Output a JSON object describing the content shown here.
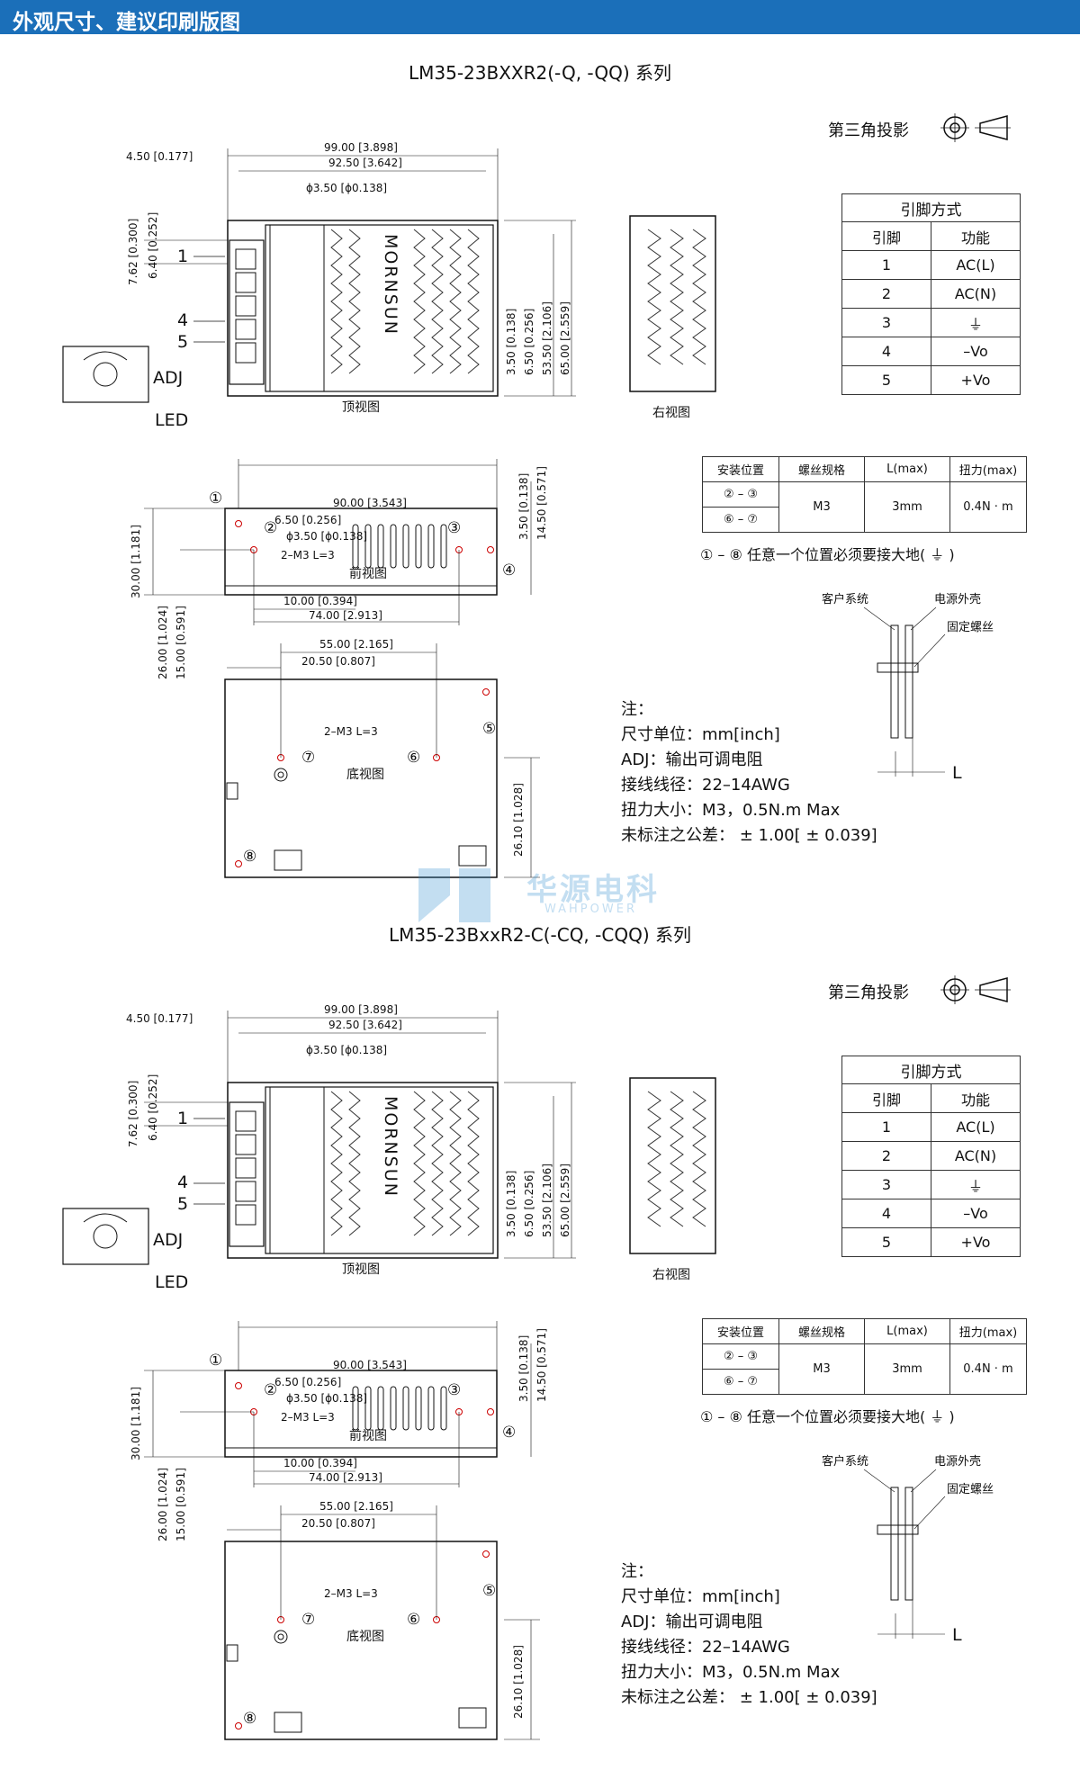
{
  "header": {
    "title": "外观尺寸、建议印刷版图"
  },
  "watermark": {
    "brand": "华源电科",
    "sub": "WAHPOWER"
  },
  "sections": [
    {
      "title": "LM35-23BXXR2(-Q, -QQ)  系列"
    },
    {
      "title": "LM35-23BxxR2-C(-CQ, -CQQ)  系列"
    }
  ],
  "projection_label": "第三角投影",
  "pin_table": {
    "caption": "引脚方式",
    "headers": [
      "引脚",
      "功能"
    ],
    "rows": [
      {
        "pin": "1",
        "func": "AC(L)"
      },
      {
        "pin": "2",
        "func": "AC(N)"
      },
      {
        "pin": "3",
        "func": "⏚"
      },
      {
        "pin": "4",
        "func": "–Vo"
      },
      {
        "pin": "5",
        "func": "+Vo"
      }
    ]
  },
  "screw_table": {
    "headers": [
      "安装位置",
      "螺丝规格",
      "L(max)",
      "扭力(max)"
    ],
    "positions": [
      "② – ③",
      "⑥ – ⑦"
    ],
    "spec": "M3",
    "lmax": "3mm",
    "torque": "0.4N · m"
  },
  "ground_note": "① – ⑧ 任意一个位置必须要接大地( ⏚ )",
  "mount_labels": {
    "customer": "客户系统",
    "power": "电源外壳",
    "screw": "固定螺丝",
    "l": "L"
  },
  "notes": [
    "注：",
    "尺寸单位：mm[inch]",
    "ADJ：输出可调电阻",
    "接线线径：22–14AWG",
    "扭力大小：M3，0.5N.m Max",
    "未标注之公差：  ± 1.00[ ± 0.039]"
  ],
  "views": {
    "top": "顶视图",
    "right": "右视图",
    "front": "前视图",
    "bottom": "底视图",
    "brand": "MORNSUN",
    "adj": "ADJ",
    "led": "LED"
  },
  "dims": {
    "d4_50": "4.50 [0.177]",
    "d99": "99.00 [3.898]",
    "d92_5": "92.50 [3.642]",
    "d3_5hole": "ɸ3.50 [ɸ0.138]",
    "d7_62": "7.62 [0.300]",
    "d6_40": "6.40 [0.252]",
    "d3_50": "3.50 [0.138]",
    "d6_50v": "6.50 [0.256]",
    "d53_5": "53.50 [2.106]",
    "d65": "65.00 [2.559]",
    "d90": "90.00 [3.543]",
    "d6_50": "6.50 [0.256]",
    "d3_5hole2": "ɸ3.50 [ɸ0.138]",
    "d3_50b": "3.50 [0.138]",
    "d14_5": "14.50 [0.571]",
    "d30": "30.00 [1.181]",
    "d26": "26.00 [1.024]",
    "d15": "15.00 [0.591]",
    "d10": "10.00 [0.394]",
    "d74": "74.00 [2.913]",
    "d55": "55.00 [2.165]",
    "d20_5": "20.50 [0.807]",
    "d26_1": "26.10 [1.028]",
    "m3": "2–M3 L=3"
  },
  "pins_side": [
    "1",
    "4",
    "5"
  ],
  "circled": [
    "①",
    "②",
    "③",
    "④",
    "⑤",
    "⑥",
    "⑦",
    "⑧"
  ]
}
